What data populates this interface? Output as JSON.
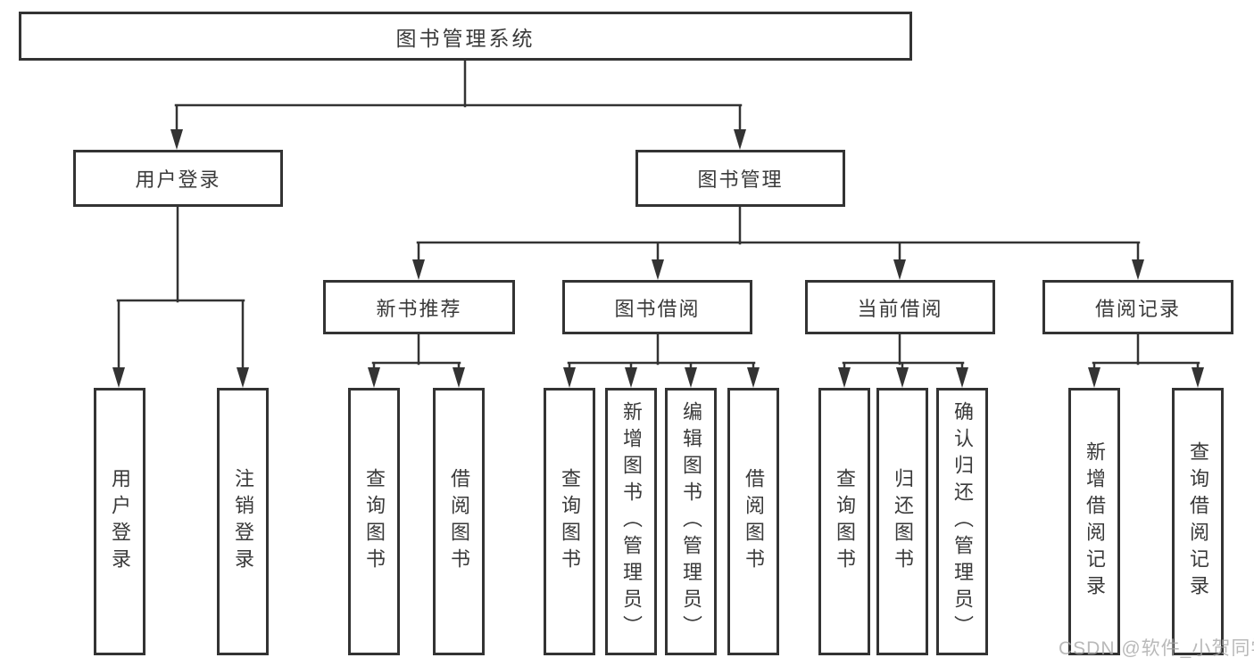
{
  "nodes": {
    "root": "图书管理系统",
    "user_login": "用户登录",
    "book_management": "图书管理",
    "new_book_recommend": "新书推荐",
    "book_borrow": "图书借阅",
    "current_borrow": "当前借阅",
    "borrow_record": "借阅记录"
  },
  "leaves": {
    "user_login": "用户登录",
    "logout": "注销登录",
    "recommend_query_book": "查询图书",
    "recommend_borrow_book": "借阅图书",
    "borrow_query_book": "查询图书",
    "borrow_add_book_admin": "新增图书（管理员）",
    "borrow_edit_book_admin": "编辑图书（管理员）",
    "borrow_borrow_book": "借阅图书",
    "current_query_book": "查询图书",
    "current_return_book": "归还图书",
    "current_confirm_return_admin": "确认归还（管理员）",
    "record_add_record": "新增借阅记录",
    "record_query_record": "查询借阅记录"
  },
  "watermark": {
    "text": "CSDN @软件_小贺同学"
  },
  "colors": {
    "line": "#333333",
    "box_border": "#333333",
    "box_fill": "#ffffff",
    "text": "#3a3a3a",
    "watermark": "#a8a8a8",
    "background": "#ffffff"
  }
}
